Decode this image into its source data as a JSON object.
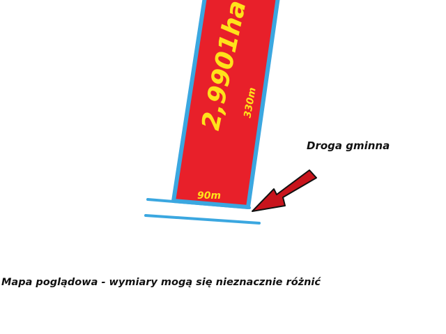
{
  "plot": {
    "area_label": "2,9901ha",
    "length_label": "330m",
    "width_label": "90m"
  },
  "road": {
    "label": "Droga gminna"
  },
  "disclaimer": "Mapa poglądowa - wymiary mogą się nieznacznie różnić",
  "colors": {
    "plot_fill": "#e8202a",
    "plot_border": "#3ba7e0",
    "label_yellow": "#ffe21a",
    "road_line": "#3ba7e0",
    "arrow_fill": "#c8141c",
    "arrow_outline": "#111111"
  }
}
